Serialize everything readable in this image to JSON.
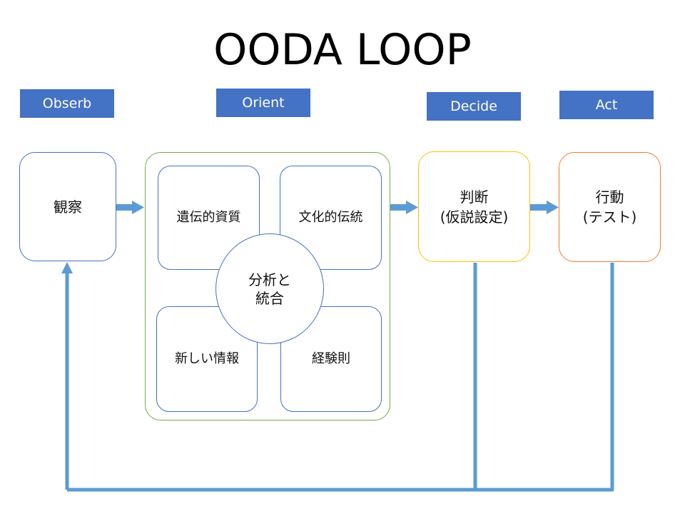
{
  "title": "OODA LOOP",
  "phases": {
    "observe": "Obserb",
    "orient": "Orient",
    "decide": "Decide",
    "act": "Act"
  },
  "nodes": {
    "observe": "観察",
    "orient_genetic": "遺伝的資質",
    "orient_culture": "文化的伝統",
    "orient_new_info": "新しい情報",
    "orient_experience": "経験則",
    "orient_center": "分析と\n統合",
    "decide": "判断\n(仮説設定)",
    "act": "行動\n(テスト)"
  },
  "colors": {
    "phase_fill": "#4472c4",
    "arrow": "#5b9bd5",
    "observe_border": "#4472c4",
    "orient_border": "#70ad47",
    "decide_border": "#ffc000",
    "act_border": "#ed7d31"
  }
}
